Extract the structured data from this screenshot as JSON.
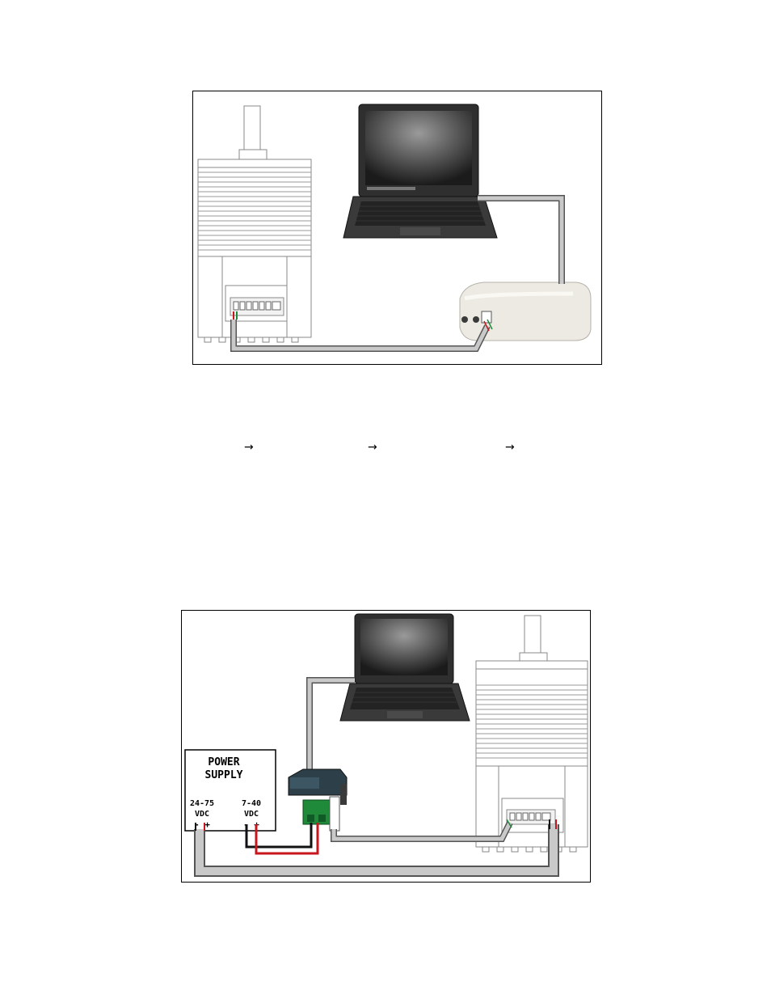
{
  "steps": {
    "arrow_glyph": "→"
  },
  "figure2": {
    "power_supply": {
      "title_line1": "POWER",
      "title_line2": "SUPPLY",
      "left_range": "24-75",
      "left_unit": "VDC",
      "left_polarity": "- +",
      "right_range": "7-40",
      "right_unit": "VDC",
      "right_polarity": "- +"
    }
  },
  "colors": {
    "cable_gray": "#c9c9c9",
    "cable_outline": "#555555",
    "wire_red": "#c8161d",
    "wire_black": "#111111",
    "terminal_green": "#1f8a3a",
    "converter_body": "#eceae2",
    "laptop_body": "#2b2b2b",
    "motor_line": "#8a8a8a"
  }
}
